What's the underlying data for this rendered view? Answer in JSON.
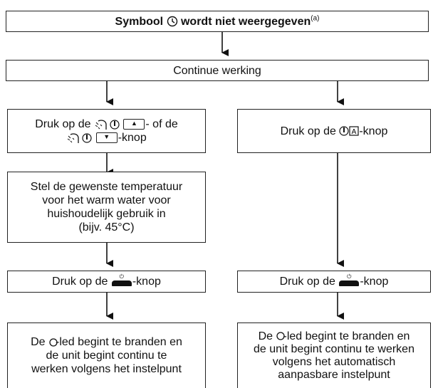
{
  "header": {
    "text": "Symbool",
    "text_after": "wordt niet weergegeven",
    "footnote": "(a)"
  },
  "step_continue": "Continue werking",
  "left": {
    "press_1a": "Druk op de",
    "press_1b": "- of de",
    "press_1c": "-knop",
    "set_temp": [
      "Stel de gewenste temperatuur",
      "voor het warm water voor",
      "huishoudelijk gebruik in",
      "(bijv. 45°C)"
    ],
    "press_on_a": "Druk op de",
    "press_on_b": "-knop",
    "result": [
      "De",
      "-led begint te branden en",
      "de unit begint continu te",
      "werken volgens het instelpunt"
    ]
  },
  "right": {
    "press_1a": "Druk op de",
    "press_1b": "-knop",
    "press_on_a": "Druk op de",
    "press_on_b": "-knop",
    "result": [
      "De",
      "-led begint te branden en",
      "de unit begint continu te werken",
      "volgens het automatisch",
      "aanpasbare instelpunt"
    ]
  },
  "icons": {
    "header": "power-clock-icon",
    "shower": "shower-icon",
    "thermo": "thermometer-icon",
    "up": "▲",
    "down": "▼",
    "auto": "A",
    "onoff": "on-off-button-icon",
    "led": "led-circle-icon"
  }
}
